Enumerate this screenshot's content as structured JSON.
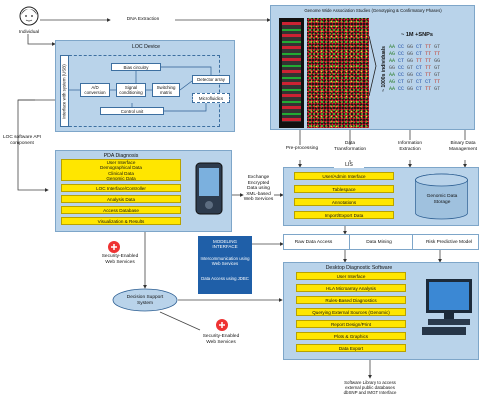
{
  "individual": "Individual",
  "dna_extraction": "DNA Extraction",
  "loc": {
    "title": "LOC Device",
    "interface": "Interface with system (USB)",
    "bias": "Bias circuitry",
    "ad": "A/D conversion",
    "signal": "Signal conditioning",
    "switch": "Switching matrix",
    "detector": "Detector array",
    "micro": "Microfluidics",
    "control": "Control unit"
  },
  "loc_software": "LOC software API component",
  "gwas": {
    "title": "Genome Wide Association Studies (Genotyping & Confirmatory Phases)",
    "snps": "~ 1M +SNPs",
    "individuals": "~ 1000s individuals",
    "genotypes": [
      [
        "AA",
        "CC",
        "GG",
        "CT",
        "TT",
        "GT"
      ],
      [
        "AG",
        "CC",
        "GG",
        "CT",
        "TT",
        "TT"
      ],
      [
        "AA",
        "CT",
        "GG",
        "TT",
        "TT",
        "GG"
      ],
      [
        "GG",
        "CC",
        "GT",
        "CT",
        "TT",
        "GT"
      ],
      [
        "AA",
        "CC",
        "GG",
        "CC",
        "TT",
        "GT"
      ],
      [
        "AG",
        "CT",
        "GT",
        "CT",
        "CT",
        "TT"
      ],
      [
        "AA",
        "CC",
        "GG",
        "CT",
        "TT",
        "GT"
      ]
    ]
  },
  "steps": [
    "Pre-processing",
    "Data Transformation",
    "Information Extraction",
    "Binary Data Management"
  ],
  "lis": {
    "title": "LIS",
    "items": [
      "User/Admin Interface",
      "Tablespace",
      "Annotations",
      "Import/Export Data"
    ],
    "storage": "Genomic Data Storage"
  },
  "pda": {
    "title": "PDA Diagnosis",
    "items": [
      "User Interface\nDemographical Data\nClinical Data\nGenomic Data",
      "LOC Interface/Controller",
      "Analysis Data",
      "Access Database",
      "Visualization & Results"
    ]
  },
  "exchange": "Exchange Encrypted Data using XML-based Web Services",
  "modeling": {
    "title": "MODELING INTERFACE",
    "line1": "Intercommunication using Web Services",
    "line2": "Data Access using JDBC"
  },
  "access_bar": [
    "Raw Data Access",
    "Data Mining",
    "Risk Predictive Model"
  ],
  "desktop": {
    "title": "Desktop Diagnostic Software",
    "items": [
      "User Interface",
      "HLA Microarray Analysis",
      "Rules-Based Diagnostics",
      "Querying External Sources (Genomic)",
      "Report Design/Print",
      "Plots & Graphics",
      "Data Export"
    ]
  },
  "security1": "Security-Enabled Web Services",
  "security2": "Security-Enabled Web Services",
  "dss": "Decision Support System",
  "library": "Software Library to access external public databases dbSNP and IMGT Interface"
}
